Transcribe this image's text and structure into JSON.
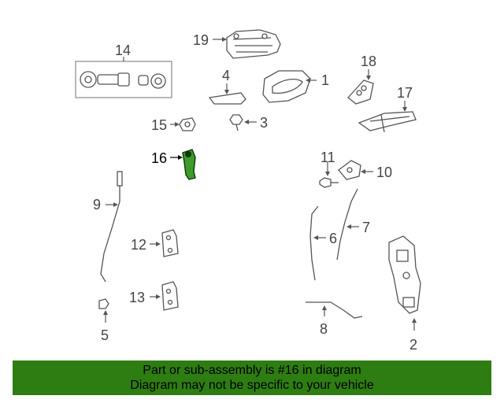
{
  "callouts": {
    "c1": "1",
    "c2": "2",
    "c3": "3",
    "c4": "4",
    "c5": "5",
    "c6": "6",
    "c7": "7",
    "c8": "8",
    "c9": "9",
    "c10": "10",
    "c11": "11",
    "c12": "12",
    "c13": "13",
    "c14": "14",
    "c15": "15",
    "c16": "16",
    "c17": "17",
    "c18": "18",
    "c19": "19"
  },
  "highlight": {
    "part_number": "16",
    "color": "#3f9b2a"
  },
  "banner": {
    "line1": "Part or sub-assembly is #16 in diagram",
    "line2": "Diagram may not be specific to your vehicle",
    "background": "#2e7d12"
  }
}
